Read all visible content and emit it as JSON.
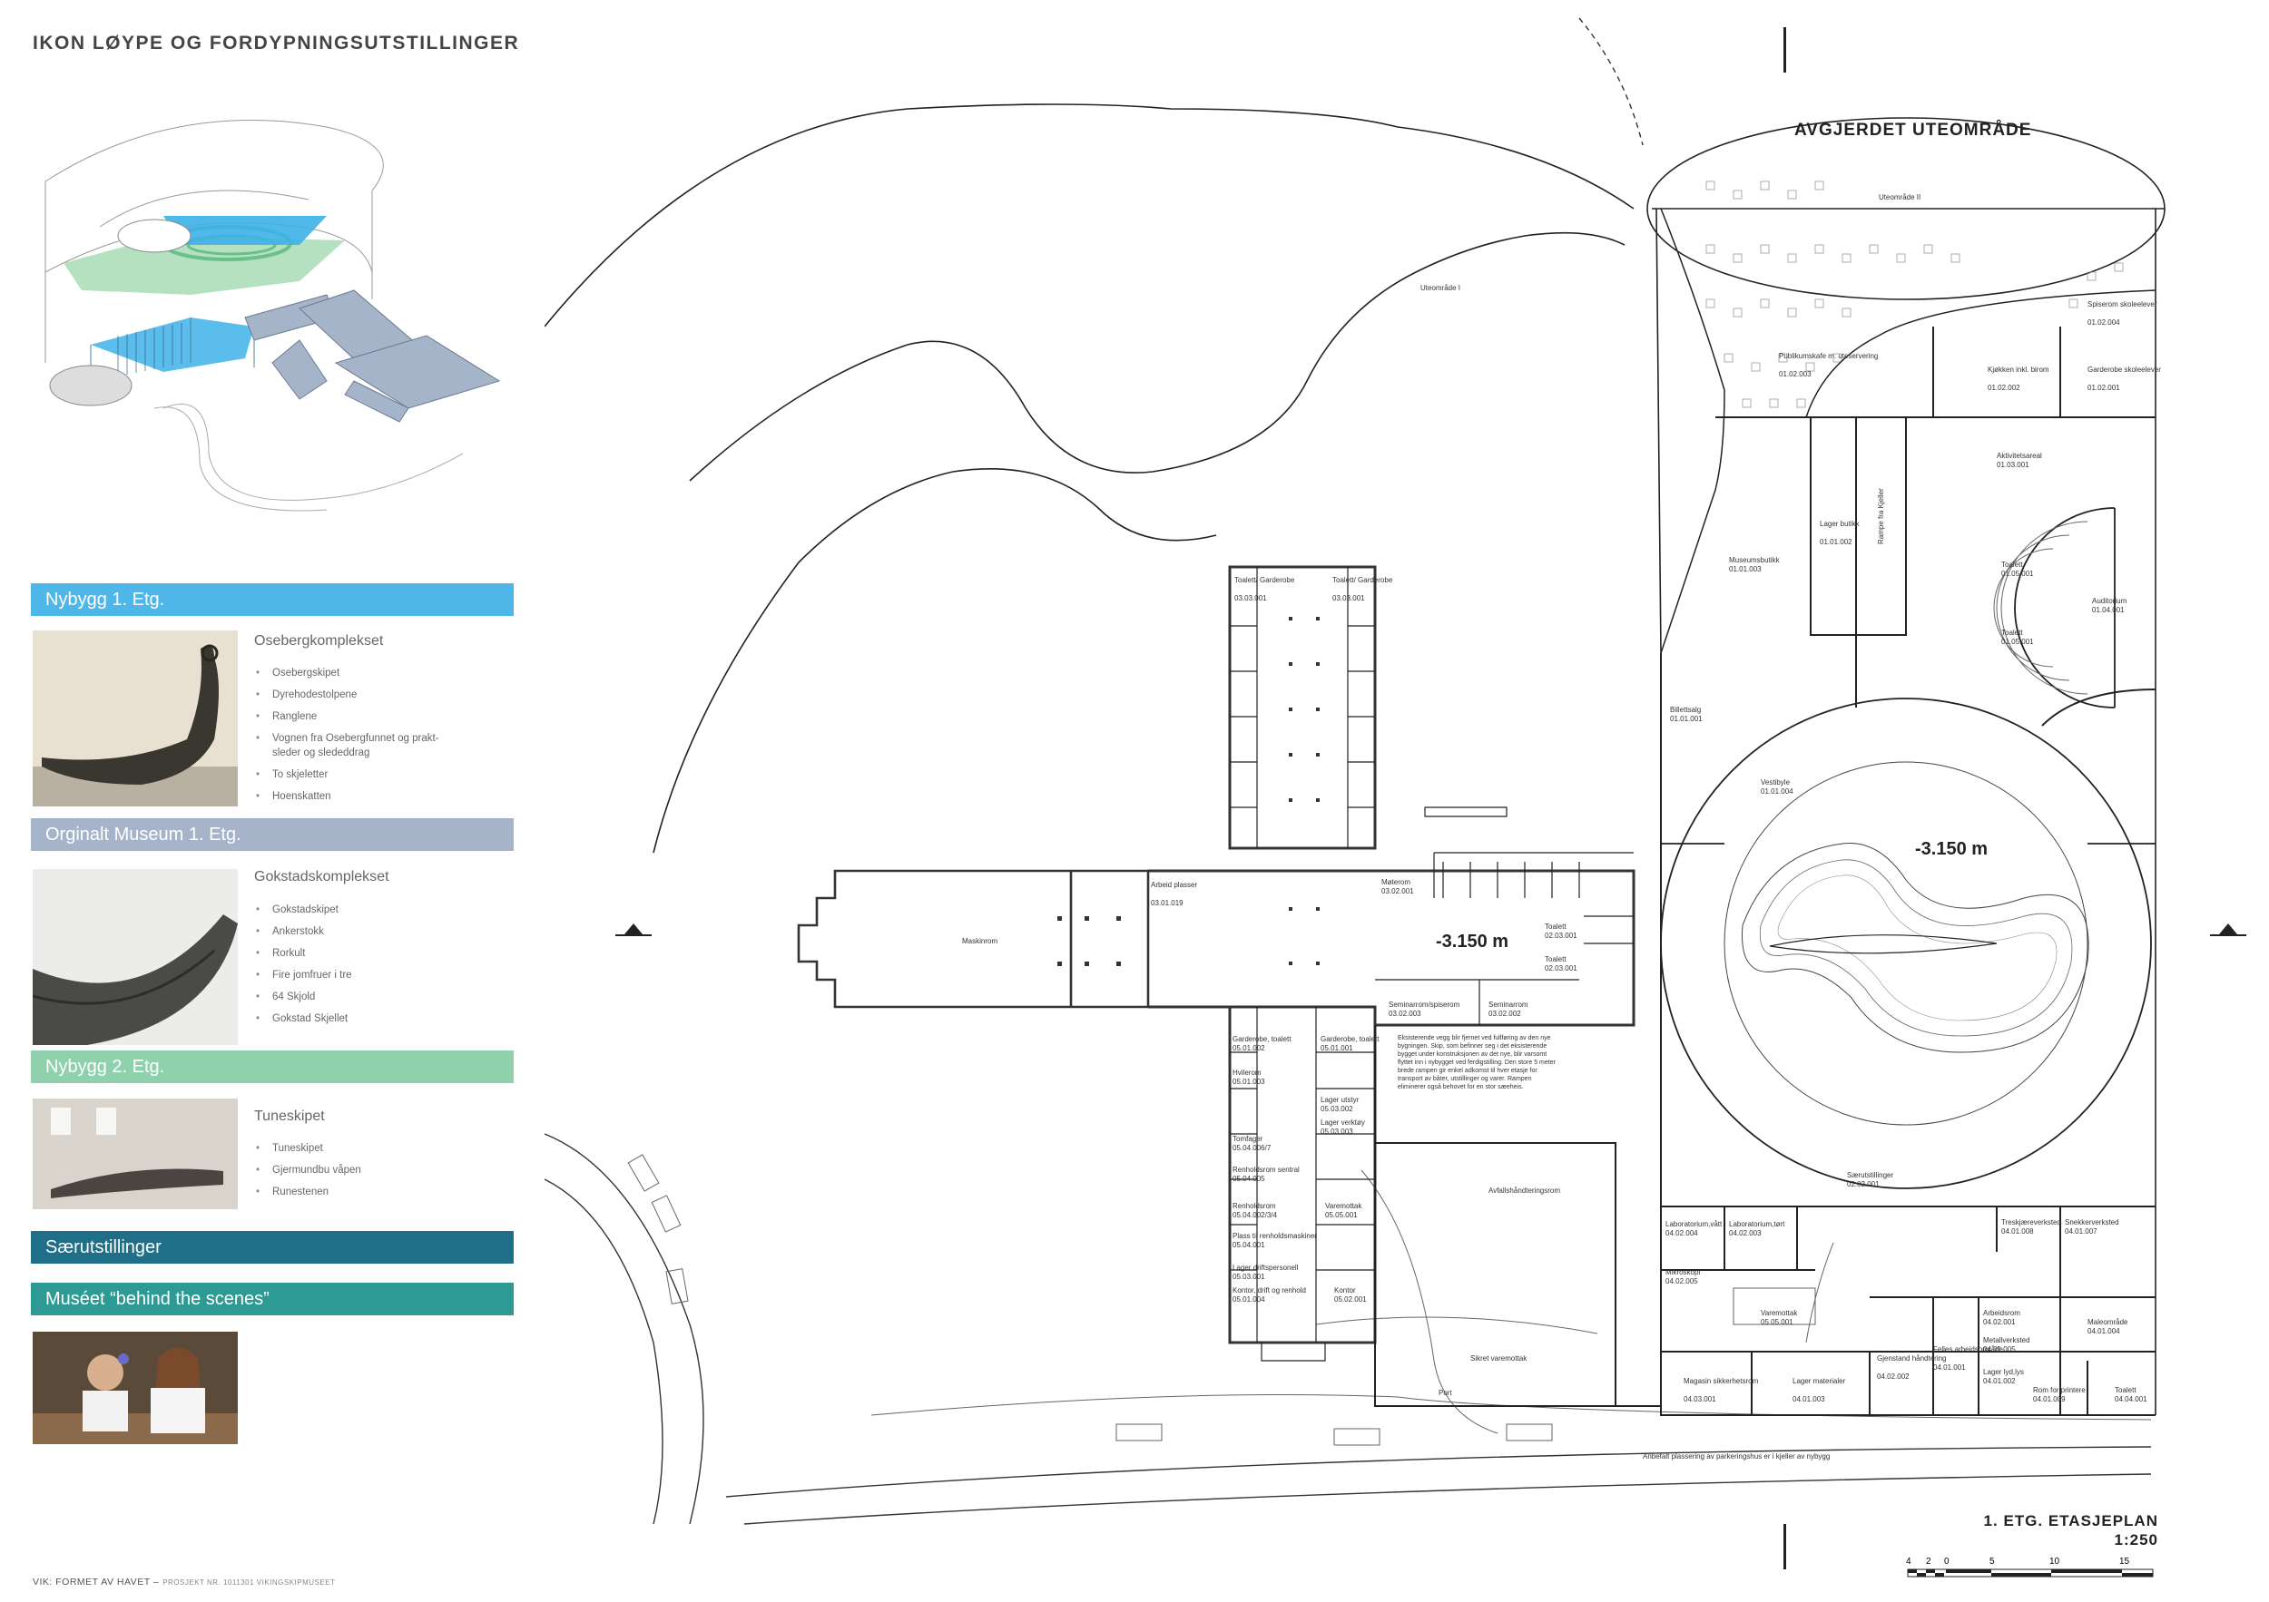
{
  "page_title": "IKON LØYPE OG FORDYPNINGSUTSTILLINGER",
  "colors": {
    "nybygg1": "#4fb6e8",
    "original": "#a6b4c9",
    "nybygg2": "#8fd1ad",
    "saerutstillinger": "#1f6f88",
    "behind_scenes": "#2d9a94",
    "axo_green": "#a9dcb6",
    "axo_blue": "#3db1e8"
  },
  "sections": [
    {
      "band_label": "Nybygg 1. Etg.",
      "heading": "Osebergkomplekset",
      "items": [
        "Osebergskipet",
        "Dyrehodestolpene",
        "Ranglene",
        "Vognen fra Osebergfunnet og prakt-\nsleder og slededdrag",
        "To skjeletter",
        "Hoenskatten"
      ]
    },
    {
      "band_label": "Orginalt Museum 1. Etg.",
      "heading": "Gokstadskomplekset",
      "items": [
        "Gokstadskipet",
        "Ankerstokk",
        "Rorkult",
        "Fire jomfruer i tre",
        "64 Skjold",
        "Gokstad  Skjellet"
      ]
    },
    {
      "band_label": "Nybygg 2. Etg.",
      "heading": "Tuneskipet",
      "items": [
        "Tuneskipet",
        "Gjermundbu våpen",
        "Runestenen"
      ]
    },
    {
      "band_label": "Særutstillinger"
    },
    {
      "band_label": "Muséet “behind the scenes”"
    }
  ],
  "footer": {
    "main": "VIK: FORMET AV HAVET –",
    "sub": "PROSJEKT NR. 1011301 VIKINGSKIPMUSEET"
  },
  "plan": {
    "outdoor_title": "AVGJERDET UTEOMRÅDE",
    "level_center": "-3.150 m",
    "level_hall": "-3.150 m",
    "plan_title_line1": "1. ETG. ETASJEPLAN",
    "plan_title_line2": "1:250",
    "scale_ticks": [
      "4",
      "2",
      "0",
      "5",
      "10",
      "15"
    ],
    "note": "Eksisterende vegg blir fjernet ved fullføring av den nye bygningen. Skip, som befinner seg i det eksisterende bygget under konstruksjonen av det nye, blir varsomt flyttet inn i nybygget ved ferdigstilling. Den store 5 meter brede rampen gir enkel adkomst til hver etasje for transport av båter, utstillinger og varer. Rampen eliminerer også behovet for en stor sæeheis.",
    "labels": {
      "uteomrade1": "Uteområde I",
      "uteomrade2": "Uteområde II",
      "maskinrom": "Maskinrom",
      "seminarrom1": "Seminarrom/spiserom",
      "seminarrom1_code": "03.02.003",
      "seminarrom2": "Seminarrom",
      "seminarrom2_code": "03.02.002",
      "avfall": "Avfallshåndteringsrom",
      "sikret": "Sikret varemottak",
      "port": "Port",
      "anbefalt": "Anbefalt plassering av parkeringshus er i kjeller av nybygg",
      "saerutstillinger": "Særutstillinger",
      "saerutstillinger_code": "02.02.001",
      "vestibyle": "Vestibyle",
      "vestibyle_code": "01.01.004",
      "billettsalg": "Billettsalg",
      "billettsalg_code": "01.01.001",
      "museumsbutikk": "Museumsbutikk",
      "museumsbutikk_code": "01.01.003",
      "lager_butikk": "Lager butikk",
      "lager_butikk_code": "01.01.002",
      "rampe": "Rampe fra Kjeller",
      "aktivitet": "Aktivitetsareal",
      "aktivitet_code": "01.03.001",
      "auditorium": "Auditorium",
      "auditorium_code": "01.04.001",
      "toalett": "Toalett",
      "toalett_code1": "01.05.001",
      "toalett_code2": "01.05.001",
      "kafe": "Publikumskafe m. uteservering",
      "kafe_code": "01.02.003",
      "kjokken": "Kjøkken inkl. birom",
      "kjokken_code": "01.02.002",
      "garderobe_skole": "Garderobe skoleelever",
      "garderobe_skole_code": "01.02.001",
      "spiserom_skole": "Spiserom skoleelever",
      "spiserom_skole_code": "01.02.004",
      "varemottak": "Varemottak",
      "varemottak_code": "05.05.001",
      "lab_vat": "Laboratorium,vått",
      "lab_vat_code": "04.02.004",
      "lab_tort": "Laboratorium,tørt",
      "lab_tort_code": "04.02.003",
      "mikro": "Mikroskopi",
      "mikro_code": "04.02.005",
      "magasin": "Magasin sikkerhetsrom",
      "magasin_code": "04.03.001",
      "lager_mat": "Lager materialer",
      "lager_mat_code": "04.01.003",
      "gjenstand": "Gjenstand håndtering",
      "gjenstand_code": "04.02.002",
      "felles": "Felles arbeidsområde",
      "felles_code": "04.01.001",
      "arbeidsrom": "Arbeidsrom",
      "arbeidsrom_code": "04.02.001",
      "metall": "Metallverksted",
      "metall_code": "04.01.005",
      "lager_lys": "Lager lyd,lys",
      "lager_lys_code": "04.01.002",
      "rom_printere": "Rom for printere",
      "rom_printere_code": "04.01.009",
      "toalett4": "Toalett",
      "toalett4_code": "04.04.001",
      "treskjaerer": "Treskjæreverksted",
      "treskjaerer_code": "04.01.008",
      "snekker": "Snekkerverksted",
      "snekker_code": "04.01.007",
      "malerom": "Maleområde",
      "malerom_code": "04.01.004",
      "garderobe_toalett": "Toalett/ Garderobe",
      "garderobe_toalett_code1": "03.03.001",
      "garderobe_toalett_code2": "03.03.001",
      "toalett_02a": "Toalett",
      "toalett_02a_code": "02.03.001",
      "toalett_02b": "Toalett",
      "toalett_02b_code": "02.03.001",
      "moterom": "Møterom",
      "moterom_code": "03.02.001",
      "arbeid_plasser": "Arbeid plasser",
      "arbeid_plasser_code": "03.01.019",
      "garderobe_toalett2": "Garderobe, toalett",
      "garderobe_toalett2_code": "05.01.002",
      "garderobe2": "Garderobe, toalett",
      "garderobe2_code": "05.01.001",
      "hvilerom": "Hvilerom",
      "hvilerom_code": "05.01.003",
      "tomfager": "Tomfager",
      "tomfager_code": "05.04.006/7",
      "renhold": "Renholdsrom sentral",
      "renhold_code": "05.04.005",
      "renhold2": "Renholdsrom",
      "renhold2_code": "05.04.002/3/4",
      "lager_utstyr": "Lager utstyr",
      "lager_utstyr_code": "05.03.002",
      "lager_verktoy": "Lager verktøy",
      "lager_verktoy_code": "05.03.003",
      "varemottak2": "Varemottak",
      "varemottak2_code": "05.05.001",
      "kontor": "Kontor",
      "kontor_code": "05.02.001",
      "kontor_drift": "Kontor, drift og renhold",
      "kontor_drift_code": "05.01.004",
      "lager_drift": "Lager driftspersonell",
      "lager_drift_code": "05.03.001",
      "plass_renhold": "Plass til renholdsmaskiner",
      "plass_renhold_code": "05.04.001"
    }
  }
}
